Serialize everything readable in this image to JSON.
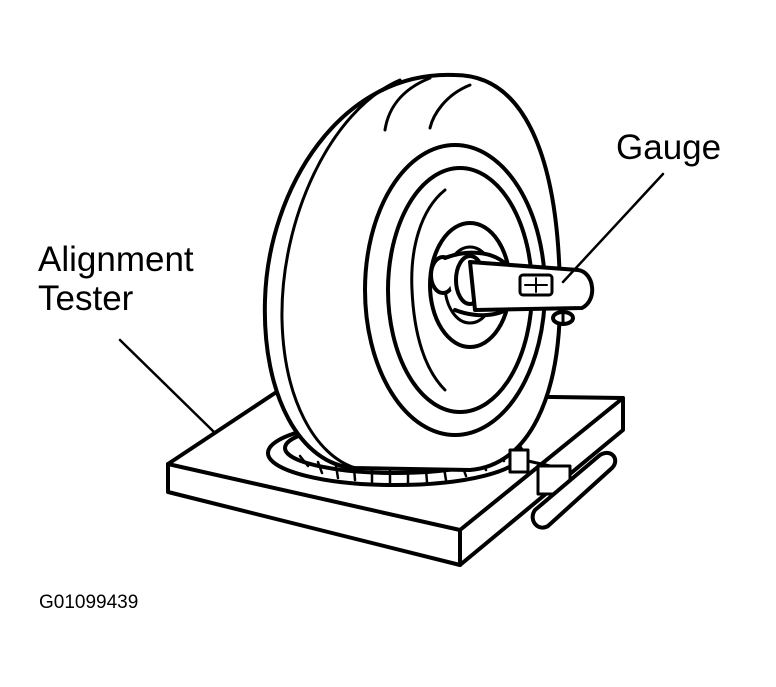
{
  "labels": {
    "gauge": "Gauge",
    "tester_line1": "Alignment",
    "tester_line2": "Tester",
    "figure_id": "G01099439"
  }
}
